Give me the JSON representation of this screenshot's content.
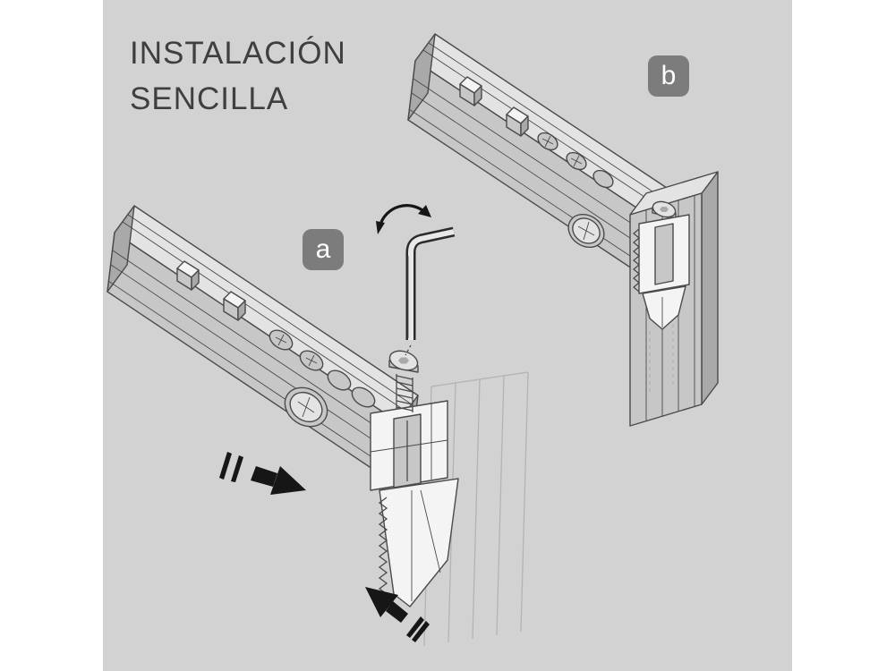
{
  "title": {
    "line1": "INSTALACIÓN",
    "line2": "SENCILLA"
  },
  "steps": [
    {
      "id": "a",
      "label": "a",
      "description": "step-a-badge"
    },
    {
      "id": "b",
      "label": "b",
      "description": "step-b-badge"
    }
  ],
  "icons": {
    "tool": "allen-key-icon",
    "rotate": "rotation-arrow-icon",
    "slide": "slide-direction-arrow",
    "insert": "insert-direction-arrow"
  },
  "colors": {
    "canvas-bg": "#d2d2d2",
    "title-color": "#3f3f3f",
    "badge-bg": "#7c7c7c",
    "badge-text": "#ffffff",
    "line": "#4a4a4a",
    "light-line": "#b3b3b3",
    "fill-top": "#e3e3e3",
    "fill-front": "#c7c7c7",
    "fill-dark": "#a9a9a9",
    "fill-white": "#f4f4f4",
    "arrow": "#161616",
    "key-outline": "#2b2b2b",
    "key-fill": "#e8e8e8"
  }
}
